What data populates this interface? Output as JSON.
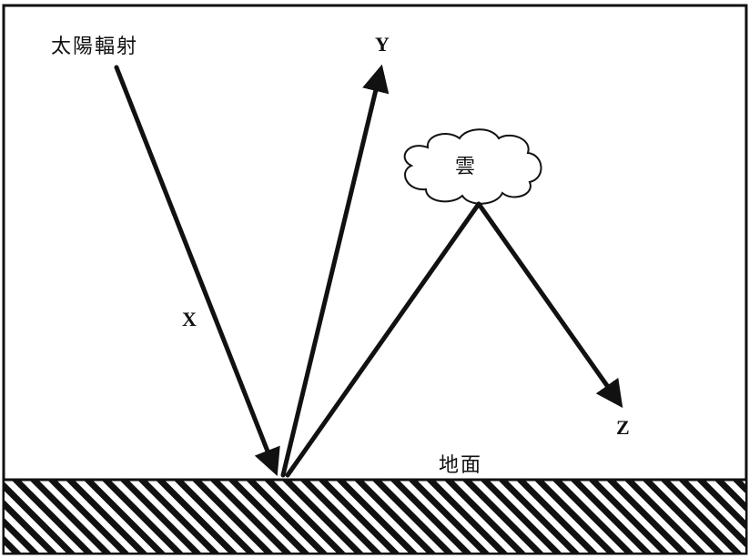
{
  "labels": {
    "solar_radiation": "太陽輻射",
    "ray_x": "X",
    "ray_y": "Y",
    "ray_z": "Z",
    "cloud": "雲",
    "ground": "地面"
  },
  "colors": {
    "ink": "#111111",
    "background": "#ffffff"
  },
  "icons": {
    "cloud": "cloud-icon",
    "ground_hatch": "hatch-pattern"
  }
}
